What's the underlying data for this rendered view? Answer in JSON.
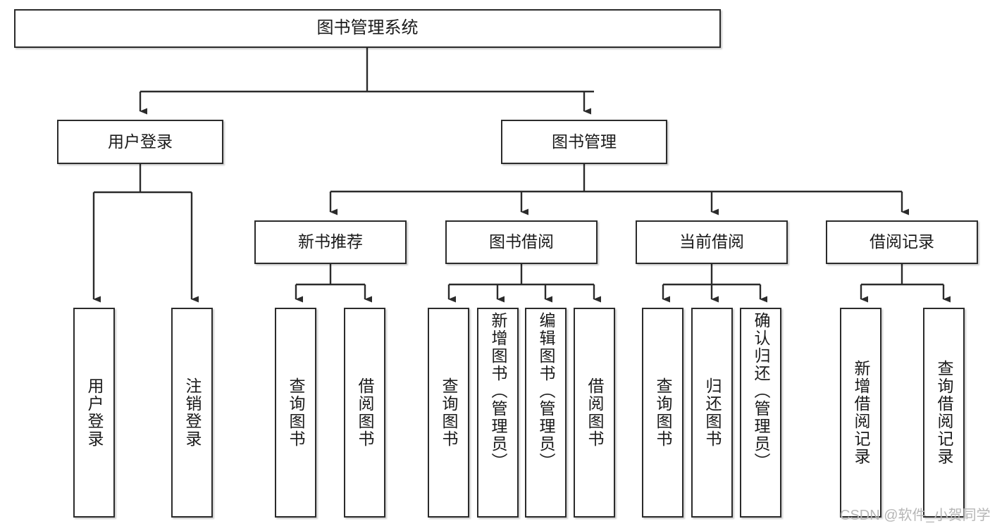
{
  "diagram": {
    "type": "tree",
    "title": "图书管理系统",
    "watermark": "CSDN @软件_小贺同学",
    "colors": {
      "box_border": "#2b2b2b",
      "box_fill": "#ffffff",
      "connector": "#2b2b2b",
      "text": "#1a1a1a",
      "watermark": "#b6b6b6"
    },
    "nodes": {
      "root": {
        "label": "图书管理系统"
      },
      "level2": [
        {
          "id": "user-login",
          "label": "用户登录"
        },
        {
          "id": "book-manage",
          "label": "图书管理"
        }
      ],
      "level3": [
        {
          "id": "new-book-recommend",
          "label": "新书推荐"
        },
        {
          "id": "book-borrow",
          "label": "图书借阅"
        },
        {
          "id": "current-borrow",
          "label": "当前借阅"
        },
        {
          "id": "borrow-record",
          "label": "借阅记录"
        }
      ],
      "leaves": {
        "user-login": [
          {
            "id": "leaf-user-login",
            "label": "用户登录"
          },
          {
            "id": "leaf-user-logout",
            "label": "注销登录"
          }
        ],
        "new-book-recommend": [
          {
            "id": "leaf-query-book-1",
            "label": "查询图书"
          },
          {
            "id": "leaf-borrow-book-1",
            "label": "借阅图书"
          }
        ],
        "book-borrow": [
          {
            "id": "leaf-query-book-2",
            "label": "查询图书"
          },
          {
            "id": "leaf-add-book",
            "label": "新增图书（管理员）"
          },
          {
            "id": "leaf-edit-book",
            "label": "编辑图书（管理员）"
          },
          {
            "id": "leaf-borrow-book-2",
            "label": "借阅图书"
          }
        ],
        "current-borrow": [
          {
            "id": "leaf-query-book-3",
            "label": "查询图书"
          },
          {
            "id": "leaf-return-book",
            "label": "归还图书"
          },
          {
            "id": "leaf-confirm-return",
            "label": "确认归还（管理员）"
          }
        ],
        "borrow-record": [
          {
            "id": "leaf-add-record",
            "label": "新增借阅记录"
          },
          {
            "id": "leaf-query-record",
            "label": "查询借阅记录"
          }
        ]
      }
    }
  }
}
